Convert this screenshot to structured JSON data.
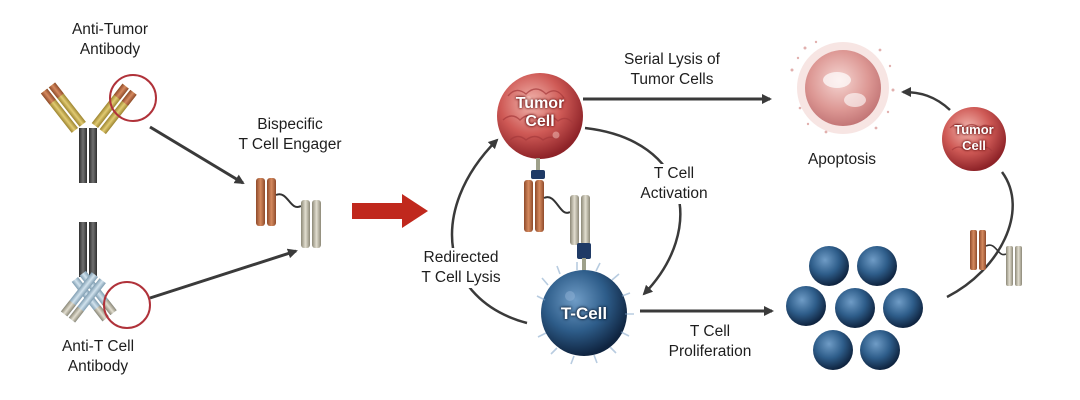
{
  "labels": {
    "anti_tumor_line1": "Anti-Tumor",
    "anti_tumor_line2": "Antibody",
    "anti_t_line1": "Anti-T Cell",
    "anti_t_line2": "Antibody",
    "bispecific_line1": "Bispecific",
    "bispecific_line2": "T Cell Engager",
    "serial_line1": "Serial Lysis of",
    "serial_line2": "Tumor Cells",
    "apoptosis": "Apoptosis",
    "activation_line1": "T Cell",
    "activation_line2": "Activation",
    "redirected_line1": "Redirected",
    "redirected_line2": "T Cell Lysis",
    "proliferation_line1": "T Cell",
    "proliferation_line2": "Proliferation"
  },
  "cells": {
    "tumor_line1": "Tumor",
    "tumor_line2": "Cell",
    "tcell": "T-Cell",
    "tumor_right_line1": "Tumor",
    "tumor_right_line2": "Cell"
  },
  "colors": {
    "tumor": "#c8494d",
    "tcell": "#2d5a88",
    "fab_tumor": "#c27a52",
    "fab_tumor_light": "#d1b84e",
    "fab_tcell": "#b9cfdc",
    "fab_tcell_light": "#cfcbb6",
    "fc": "#4a4a4a",
    "connector": "#1f3a66",
    "red_arrow": "#c0281d",
    "circle_highlight": "#b0323a"
  }
}
